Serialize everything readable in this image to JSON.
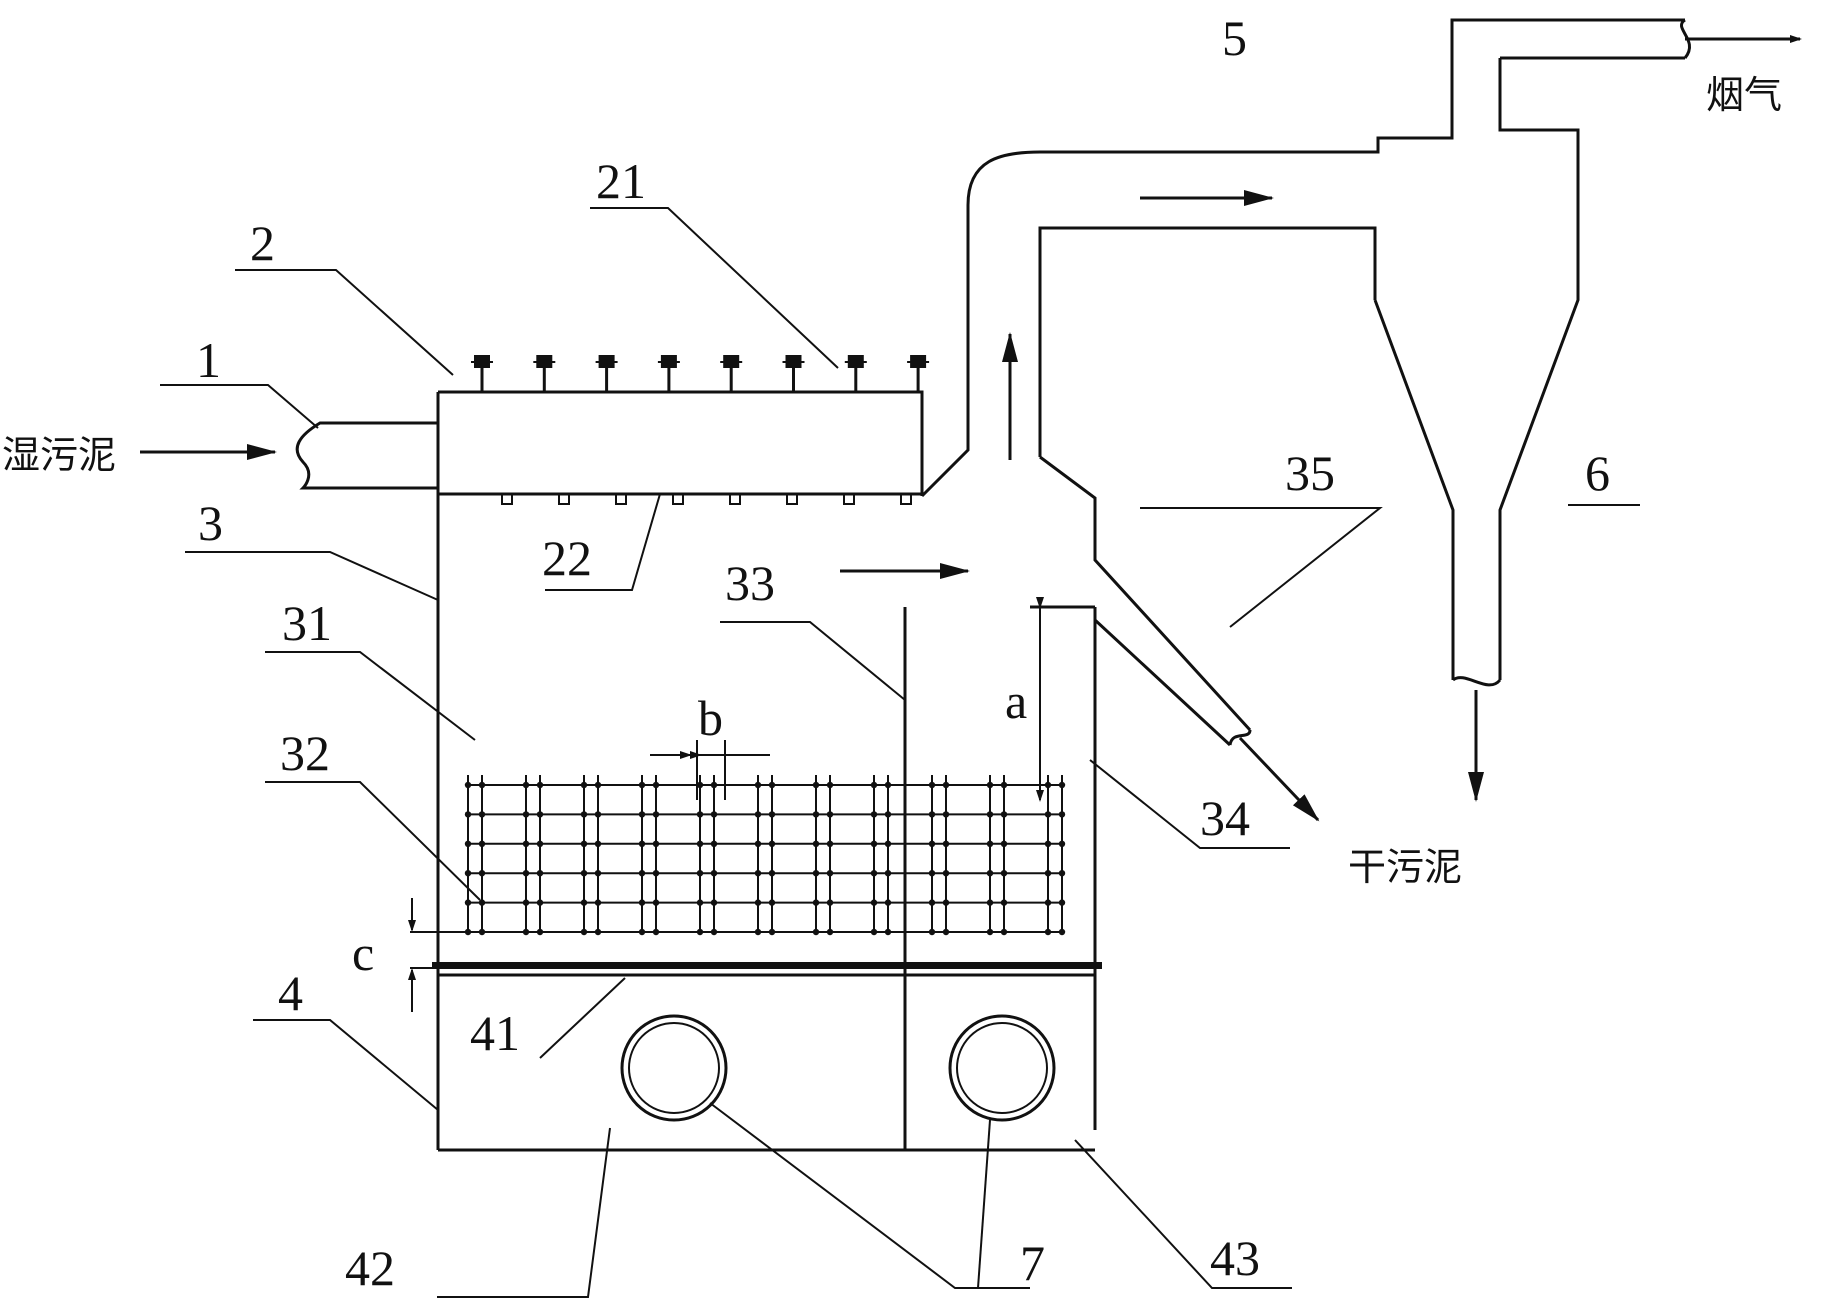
{
  "labels": {
    "l1": "1",
    "l2": "2",
    "l21": "21",
    "l22": "22",
    "l3": "3",
    "l31": "31",
    "l32": "32",
    "l33": "33",
    "l34": "34",
    "l35": "35",
    "l4": "4",
    "l41": "41",
    "l42": "42",
    "l43": "43",
    "l5": "5",
    "l6": "6",
    "l7": "7",
    "la": "a",
    "lb": "b",
    "lc": "c"
  },
  "flows": {
    "wet_sludge": "湿污泥",
    "dry_sludge": "干污泥",
    "flue_gas": "烟气"
  },
  "grid": {
    "columns": 11,
    "rows": 6
  },
  "nozzle_count": 8,
  "slot_count": 8
}
